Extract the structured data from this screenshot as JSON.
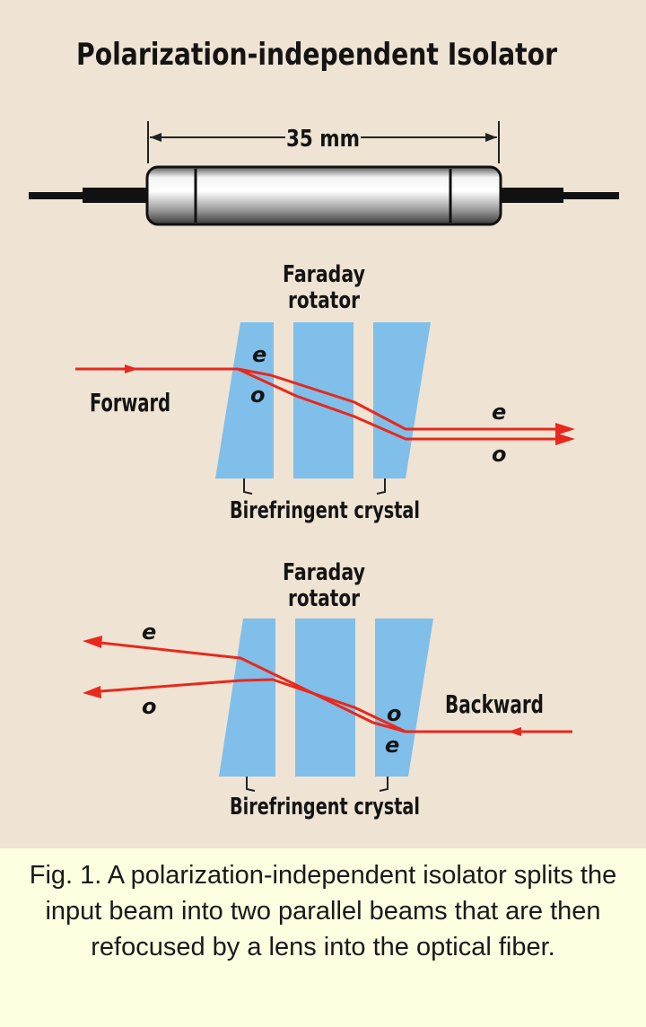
{
  "figure": {
    "title": "Polarization-independent Isolator",
    "dimension_label": "35 mm",
    "upper": {
      "rotator_line1": "Faraday",
      "rotator_line2": "rotator",
      "direction_label": "Forward",
      "crystal_label": "Birefringent crystal",
      "in_e": "e",
      "in_o": "o",
      "out_e": "e",
      "out_o": "o"
    },
    "lower": {
      "rotator_line1": "Faraday",
      "rotator_line2": "rotator",
      "direction_label": "Backward",
      "crystal_label": "Birefringent crystal",
      "left_e": "e",
      "left_o": "o",
      "right_o": "o",
      "right_e": "e"
    }
  },
  "colors": {
    "background": "#efe3d3",
    "crystal_fill": "#7fbfea",
    "beam": "#e8281c",
    "caption_background": "#fdfde0"
  },
  "caption": "Fig. 1. A polarization-independent isolator splits the input beam into two parallel beams that are then refocused by a lens into the optical fiber."
}
